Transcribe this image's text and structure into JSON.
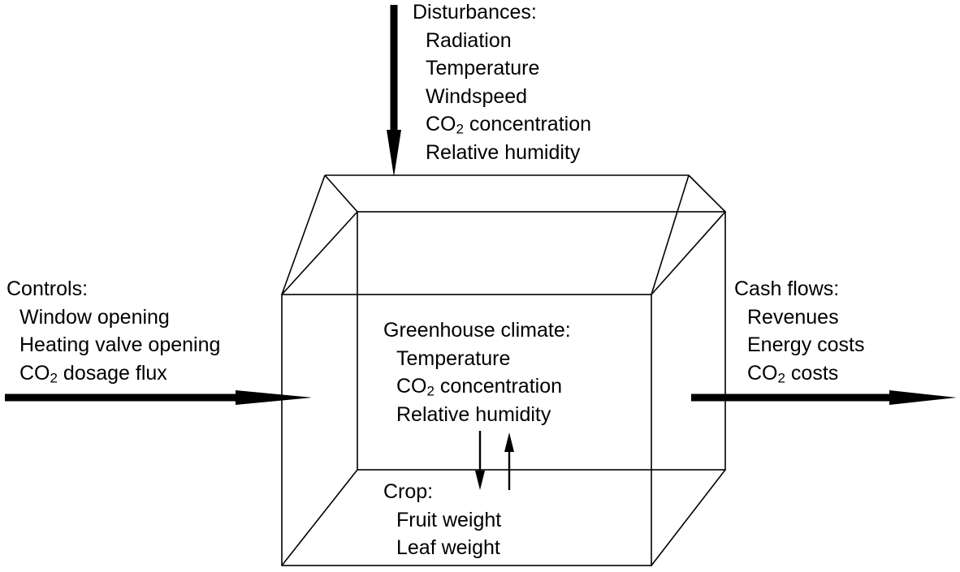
{
  "disturbances": {
    "heading": "Disturbances:",
    "items": [
      {
        "text": "Radiation"
      },
      {
        "text": "Temperature"
      },
      {
        "text": "Windspeed"
      },
      {
        "pre": "CO",
        "sub": "2",
        "post": " concentration"
      },
      {
        "text": "Relative humidity"
      }
    ]
  },
  "controls": {
    "heading": "Controls:",
    "items": [
      {
        "text": "Window opening"
      },
      {
        "text": "Heating valve opening"
      },
      {
        "pre": "CO",
        "sub": "2",
        "post": " dosage flux"
      }
    ]
  },
  "greenhouse_climate": {
    "heading": "Greenhouse climate:",
    "items": [
      {
        "text": "Temperature"
      },
      {
        "pre": "CO",
        "sub": "2",
        "post": " concentration"
      },
      {
        "text": "Relative humidity"
      }
    ]
  },
  "crop": {
    "heading": "Crop:",
    "items": [
      {
        "text": "Fruit weight"
      },
      {
        "text": "Leaf weight"
      }
    ]
  },
  "cash_flows": {
    "heading": "Cash flows:",
    "items": [
      {
        "text": "Revenues"
      },
      {
        "text": "Energy costs"
      },
      {
        "pre": "CO",
        "sub": "2",
        "post": " costs"
      }
    ]
  },
  "colors": {
    "ink": "#000000",
    "background": "#ffffff"
  }
}
